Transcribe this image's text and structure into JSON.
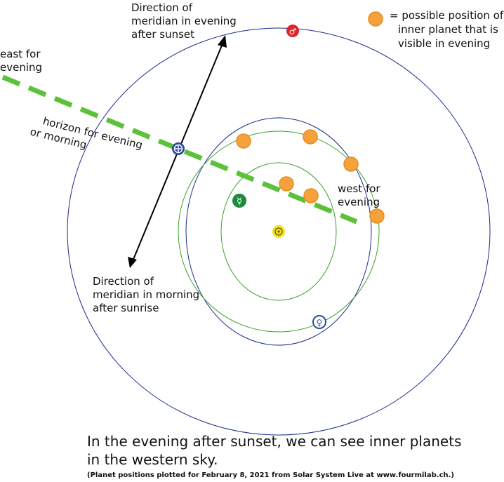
{
  "labels": {
    "legend_line1": "= possible position of",
    "legend_line2": "inner planet that is",
    "legend_line3": "visible in evening",
    "meridian_evening_1": "Direction of",
    "meridian_evening_2": "meridian in evening",
    "meridian_evening_3": "after sunset",
    "east_1": "east for",
    "east_2": "evening",
    "horizon_1": "horizon for evening",
    "horizon_2": "or morning",
    "west_1": "west for",
    "west_2": "evening",
    "meridian_morning_1": "Direction of",
    "meridian_morning_2": "meridian in morning",
    "meridian_morning_3": "after sunrise"
  },
  "caption": {
    "line1": "In the evening after sunset, we can see inner planets",
    "line2": "in the western sky.",
    "credit": "(Planet positions plotted for February 8, 2021 from Solar System Live at www.fourmilab.ch.)"
  },
  "symbols": {
    "mars": "♂",
    "venus": "♀",
    "mercury": "☿",
    "earth": "⊕"
  },
  "colors": {
    "orbit_blue": "#1b2a8a",
    "orbit_green": "#3aa12a",
    "horizon_green": "#5cc13a",
    "possible_position": "#f5a13c",
    "mars": "#e0242a",
    "mercury": "#1b8a3a",
    "sun": "#f0e21e",
    "earth": "#2e4aa0",
    "venus": "#2e4aa0"
  }
}
